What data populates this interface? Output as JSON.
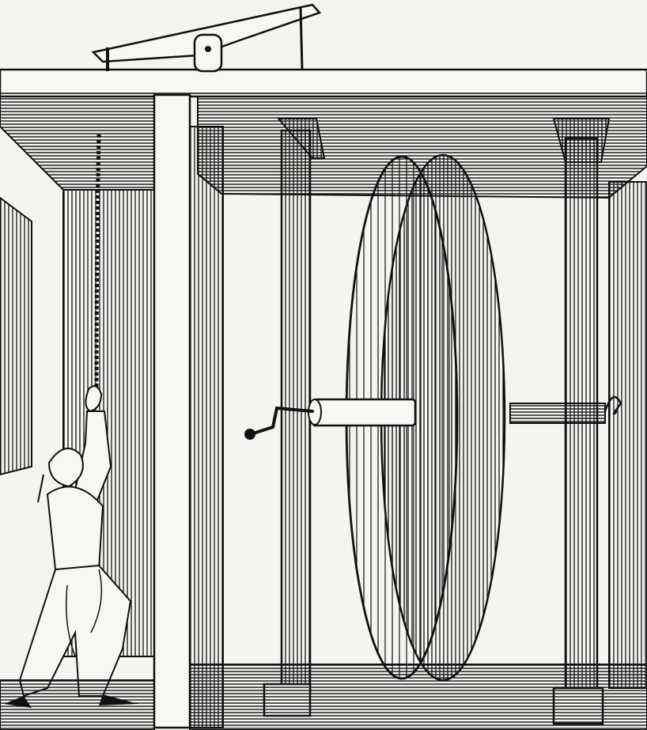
{
  "palette": {
    "paper": "#f4f4f1",
    "ink": "#111111",
    "shade": "#e6e6e2"
  },
  "scene": {
    "style": "engraving",
    "elements": [
      "lever-beam",
      "ceiling-beam",
      "rope",
      "pulling-figure",
      "wooden-posts",
      "large-wheel",
      "axle",
      "crank-handle",
      "floor-planks"
    ]
  }
}
